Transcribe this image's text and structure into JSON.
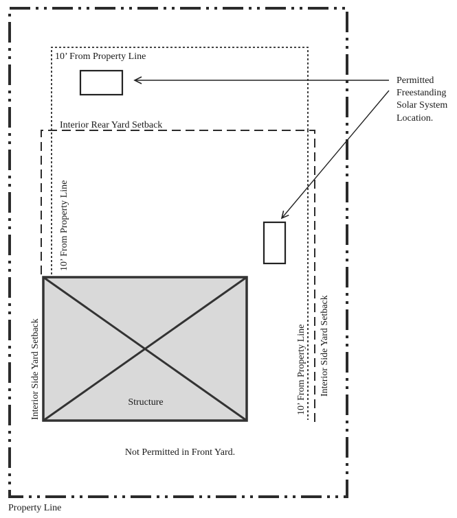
{
  "labels": {
    "rear_offset": "10’ From Property Line",
    "rear_setback": "Interior Rear Yard Setback",
    "left_offset": "10’ From Property Line",
    "left_setback": "Interior Side Yard Setback",
    "right_offset": "10’ From Property Line",
    "right_setback": "Interior Side Yard Setback",
    "structure": "Structure",
    "front_yard": "Not Permitted in Front Yard.",
    "property_line": "Property Line",
    "callout": [
      "Permitted",
      "Freestanding",
      "Solar System",
      "Location."
    ]
  },
  "colors": {
    "line": "#2b2b2b",
    "structure_fill": "#d9d9d9",
    "background": "#ffffff"
  }
}
